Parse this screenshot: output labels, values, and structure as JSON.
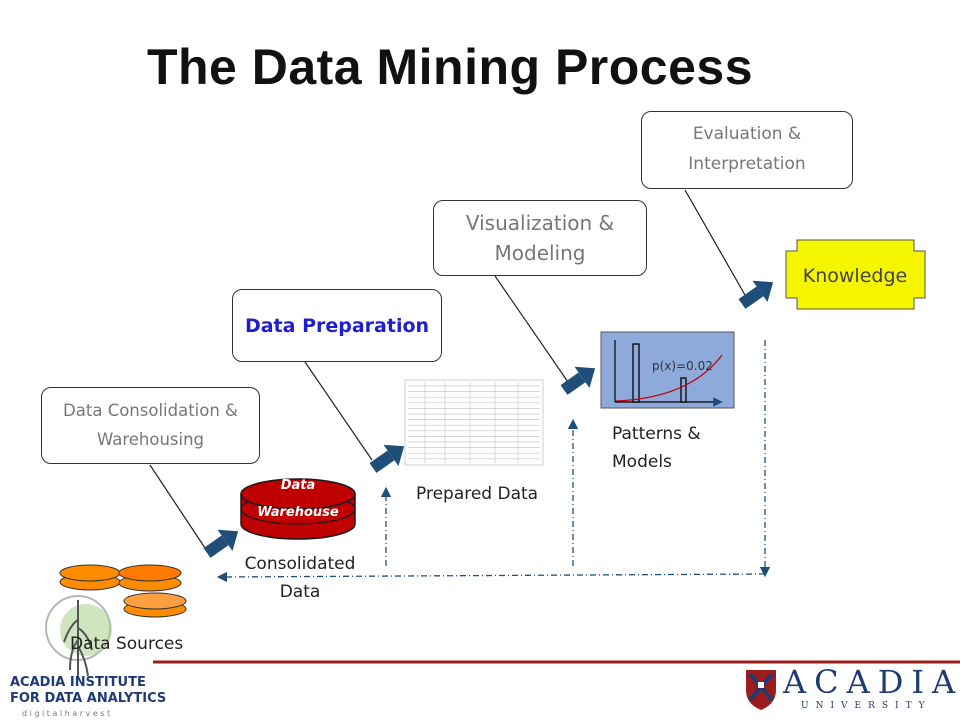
{
  "title": "The Data Mining Process",
  "steps": {
    "consolidation": "Data Consolidation & Warehousing",
    "preparation": "Data Preparation",
    "modeling": "Visualization & Modeling",
    "evaluation": "Evaluation & Interpretation"
  },
  "nodes": {
    "sources": "Data Sources",
    "warehouse_line1": "Data",
    "warehouse_line2": "Warehouse",
    "consolidated": "Consolidated Data",
    "prepared": "Prepared Data",
    "patterns": "Patterns & Models",
    "formula": "p(x)=0.02",
    "knowledge": "Knowledge"
  },
  "logos": {
    "institute_line1": "ACADIA INSTITUTE",
    "institute_line2": "FOR DATA ANALYTICS",
    "institute_tagline": "d i g i t a l   h a r v e s t",
    "university_name": "ACADIA",
    "university_sub": "UNIVERSITY"
  },
  "colors": {
    "arrow": "#1f4e79",
    "knowledge_fill": "#f5f500",
    "preparation_text": "#1f1fd0",
    "cylinder": "#c00000",
    "source_disk": "#ff8c00",
    "chart_bg": "#8eaadb",
    "rule": "#9b1c1c"
  }
}
